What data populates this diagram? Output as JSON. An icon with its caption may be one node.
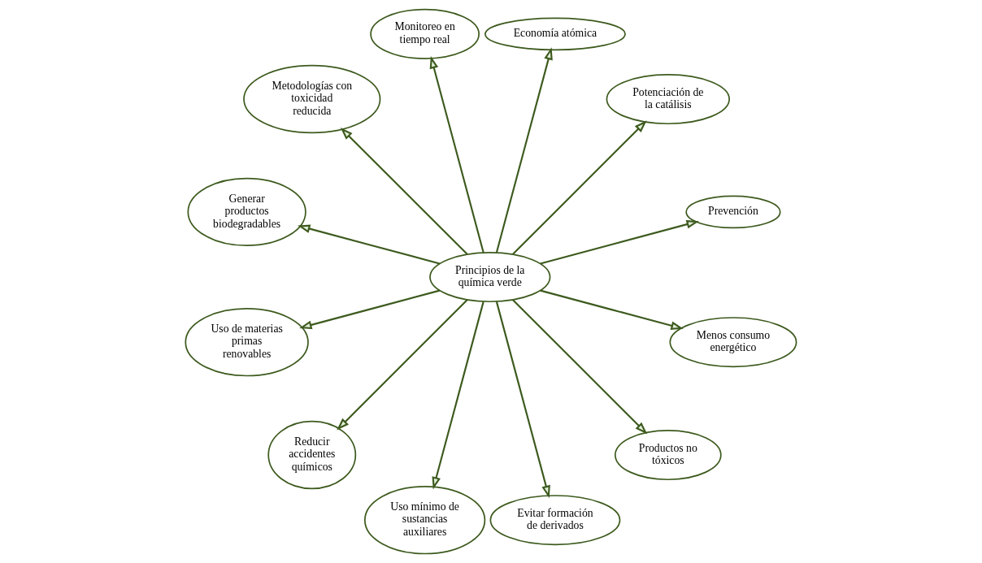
{
  "diagram": {
    "nodes": [
      {
        "text": [
          "Principios de la química verde"
        ]
      },
      {
        "text": [
          "Prevención"
        ]
      },
      {
        "text": [
          "Potenciación de la catálisis"
        ]
      },
      {
        "text": [
          "Economía atómica"
        ]
      },
      {
        "text": [
          "Monitoreo en tiempo real"
        ]
      },
      {
        "text": [
          "Metodologías con toxicidad reducida"
        ]
      },
      {
        "text": [
          "Generar productos biodegradables"
        ]
      },
      {
        "text": [
          "Uso de materias primas renovables"
        ]
      },
      {
        "text": [
          "Reducir accidentes químicos"
        ]
      },
      {
        "text": [
          "Uso mínimo de sustancias auxiliares"
        ]
      },
      {
        "text": [
          "Evitar formación de derivados"
        ]
      },
      {
        "text": [
          "Productos no tóxicos"
        ]
      },
      {
        "text": [
          "Menos consumo energético"
        ]
      }
    ],
    "edges": [
      {
        "from": 0,
        "to": 1,
        "arrow": "to"
      },
      {
        "from": 0,
        "to": 3,
        "arrow": "to"
      },
      {
        "from": 0,
        "to": 5,
        "arrow": "to"
      },
      {
        "from": 0,
        "to": 7,
        "arrow": "to"
      },
      {
        "from": 0,
        "to": 9,
        "arrow": "to"
      },
      {
        "from": 0,
        "to": 12,
        "arrow": "to"
      },
      {
        "from": 0,
        "to": 11,
        "arrow": "to"
      },
      {
        "from": 0,
        "to": 10,
        "arrow": "to"
      },
      {
        "from": 0,
        "to": 8,
        "arrow": "to"
      },
      {
        "from": 0,
        "to": 6,
        "arrow": "to"
      },
      {
        "from": 0,
        "to": 4,
        "arrow": "to"
      },
      {
        "from": 0,
        "to": 2,
        "arrow": "to"
      }
    ]
  }
}
